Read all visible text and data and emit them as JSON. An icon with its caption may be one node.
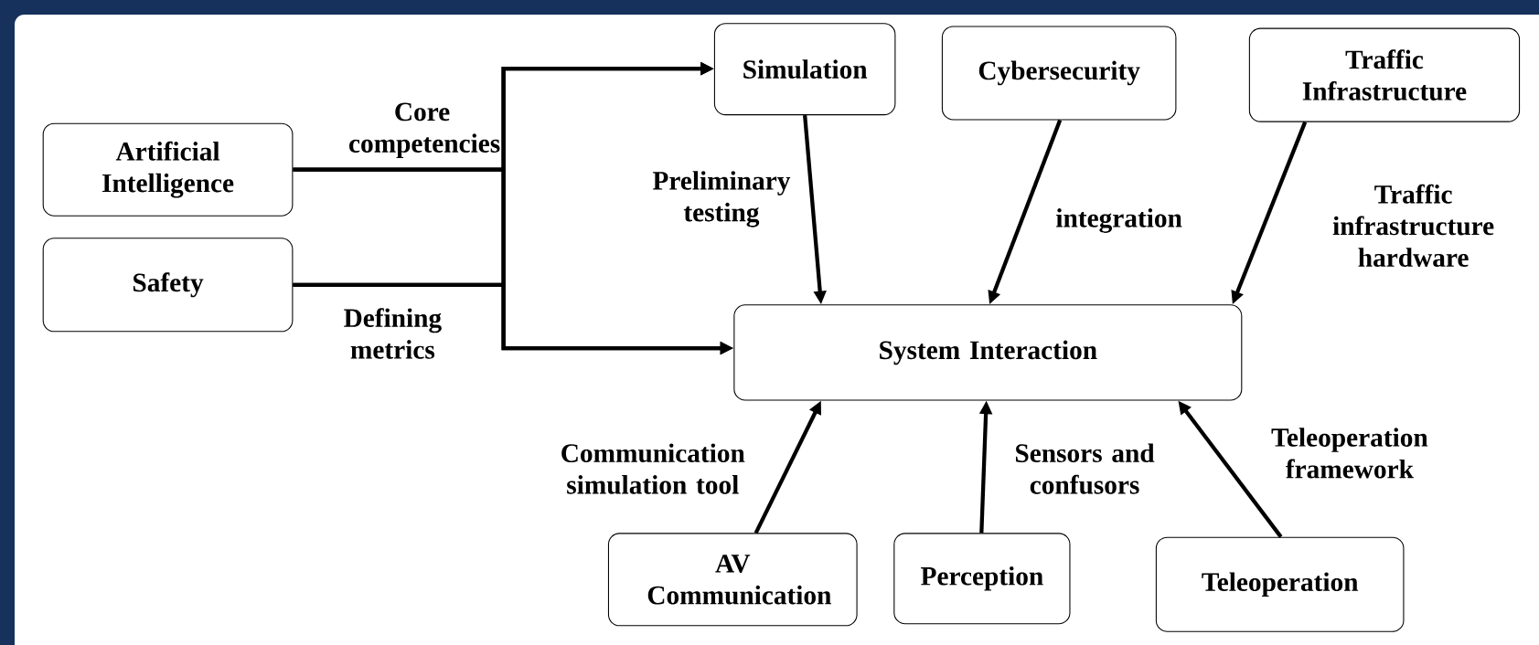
{
  "diagram": {
    "nodes": [
      {
        "text": [
          "Artificial Intelligence"
        ]
      },
      {
        "text": [
          "Safety"
        ]
      },
      {
        "text": [
          "Simulation"
        ]
      },
      {
        "text": [
          "Cybersecurity"
        ]
      },
      {
        "text": [
          "Traffic Infrastructure"
        ]
      },
      {
        "text": [
          "System Interaction"
        ]
      },
      {
        "text": [
          "AV Communication"
        ]
      },
      {
        "text": [
          "Perception"
        ]
      },
      {
        "text": [
          "Teleoperation"
        ]
      }
    ],
    "edges": [
      {
        "from": 0,
        "to": 2,
        "arrow": "to",
        "label": "Core competencies"
      },
      {
        "from": 0,
        "to": 5,
        "arrow": "to"
      },
      {
        "from": 1,
        "to": 2,
        "arrow": "to"
      },
      {
        "from": 1,
        "to": 5,
        "arrow": "to",
        "label": "Defining metrics"
      },
      {
        "from": 2,
        "to": 5,
        "arrow": "to",
        "label": "Preliminary testing"
      },
      {
        "from": 3,
        "to": 5,
        "arrow": "to",
        "label": "integration"
      },
      {
        "from": 4,
        "to": 5,
        "arrow": "to",
        "label": "Traffic infrastructure hardware"
      },
      {
        "from": 6,
        "to": 5,
        "arrow": "to",
        "label": "Communication simulation tool"
      },
      {
        "from": 7,
        "to": 5,
        "arrow": "to",
        "label": "Sensors and confusors"
      },
      {
        "from": 8,
        "to": 5,
        "arrow": "to",
        "label": "Teleoperation framework"
      }
    ]
  }
}
